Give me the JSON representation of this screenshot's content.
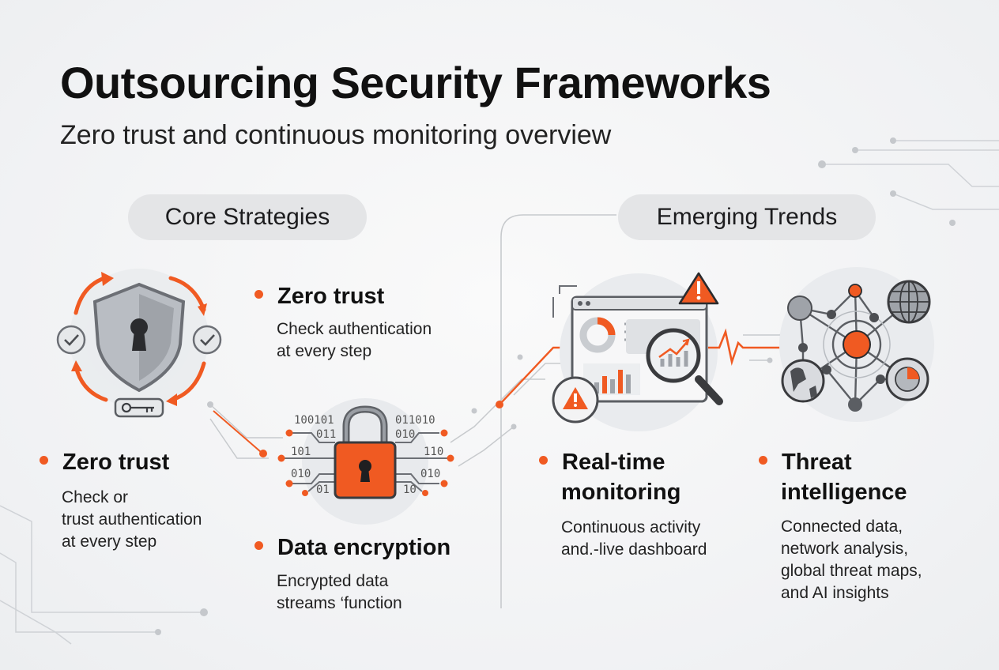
{
  "title": "Outsourcing Security Frameworks",
  "subtitle": "Zero trust and continuous monitoring overview",
  "sections": {
    "core": "Core Strategies",
    "trends": "Emerging Trends"
  },
  "items": {
    "zero_trust_left": {
      "heading": "Zero trust",
      "body": "Check or\ntrust authentication\nat every step"
    },
    "zero_trust_top": {
      "heading": "Zero trust",
      "body": "Check authentication\nat every step"
    },
    "data_encryption": {
      "heading": "Data encryption",
      "body": "Encrypted data\nstreams ‘function"
    },
    "realtime": {
      "heading_line1": "Real-time",
      "heading_line2": "monitoring",
      "body": "Continuous activity\nand.-live dashboard"
    },
    "threat": {
      "heading_line1": "Threat",
      "heading_line2": "intelligence",
      "body": "Connected data,\nnetwork analysis,\nglobal threat maps,\nand AI insights"
    }
  },
  "binary": {
    "left": [
      "100101",
      "011",
      "101",
      "010",
      "01"
    ],
    "right": [
      "011010",
      "010",
      "110",
      "010",
      "10"
    ]
  },
  "colors": {
    "accent": "#f05a22",
    "gray": "#6c6f75",
    "pill": "#e4e5e7"
  },
  "icons": [
    "shield-keyhole-icon",
    "check-icon",
    "key-icon",
    "padlock-icon",
    "warning-icon",
    "dashboard-icon",
    "magnifier-icon",
    "network-icon",
    "globe-icon",
    "pie-chart-icon"
  ]
}
